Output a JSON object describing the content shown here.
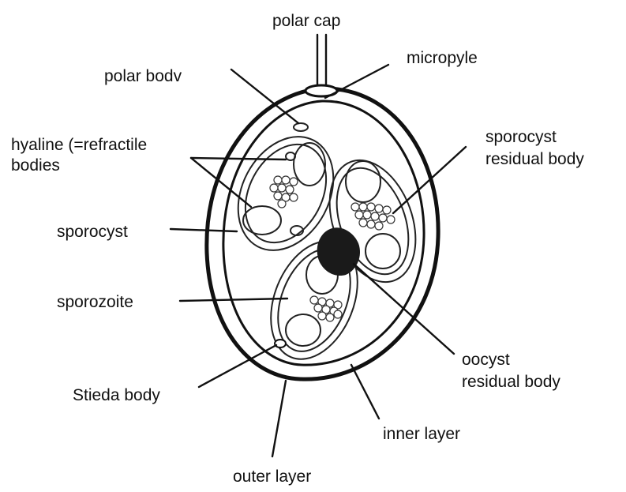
{
  "labels": {
    "polar_cap": "polar cap",
    "micropyle": "micropyle",
    "polar_body": "polar bodv",
    "hyaline_line1": "hyaline (=refractile",
    "hyaline_line2": "bodies",
    "sporocyst_residual_line1": "sporocyst",
    "sporocyst_residual_line2": "residual body",
    "sporocyst": "sporocyst",
    "sporozoite": "sporozoite",
    "oocyst_residual_line1": "oocyst",
    "oocyst_residual_line2": "residual body",
    "stieda_body": "Stieda body",
    "inner_layer": "inner layer",
    "outer_layer": "outer layer"
  }
}
